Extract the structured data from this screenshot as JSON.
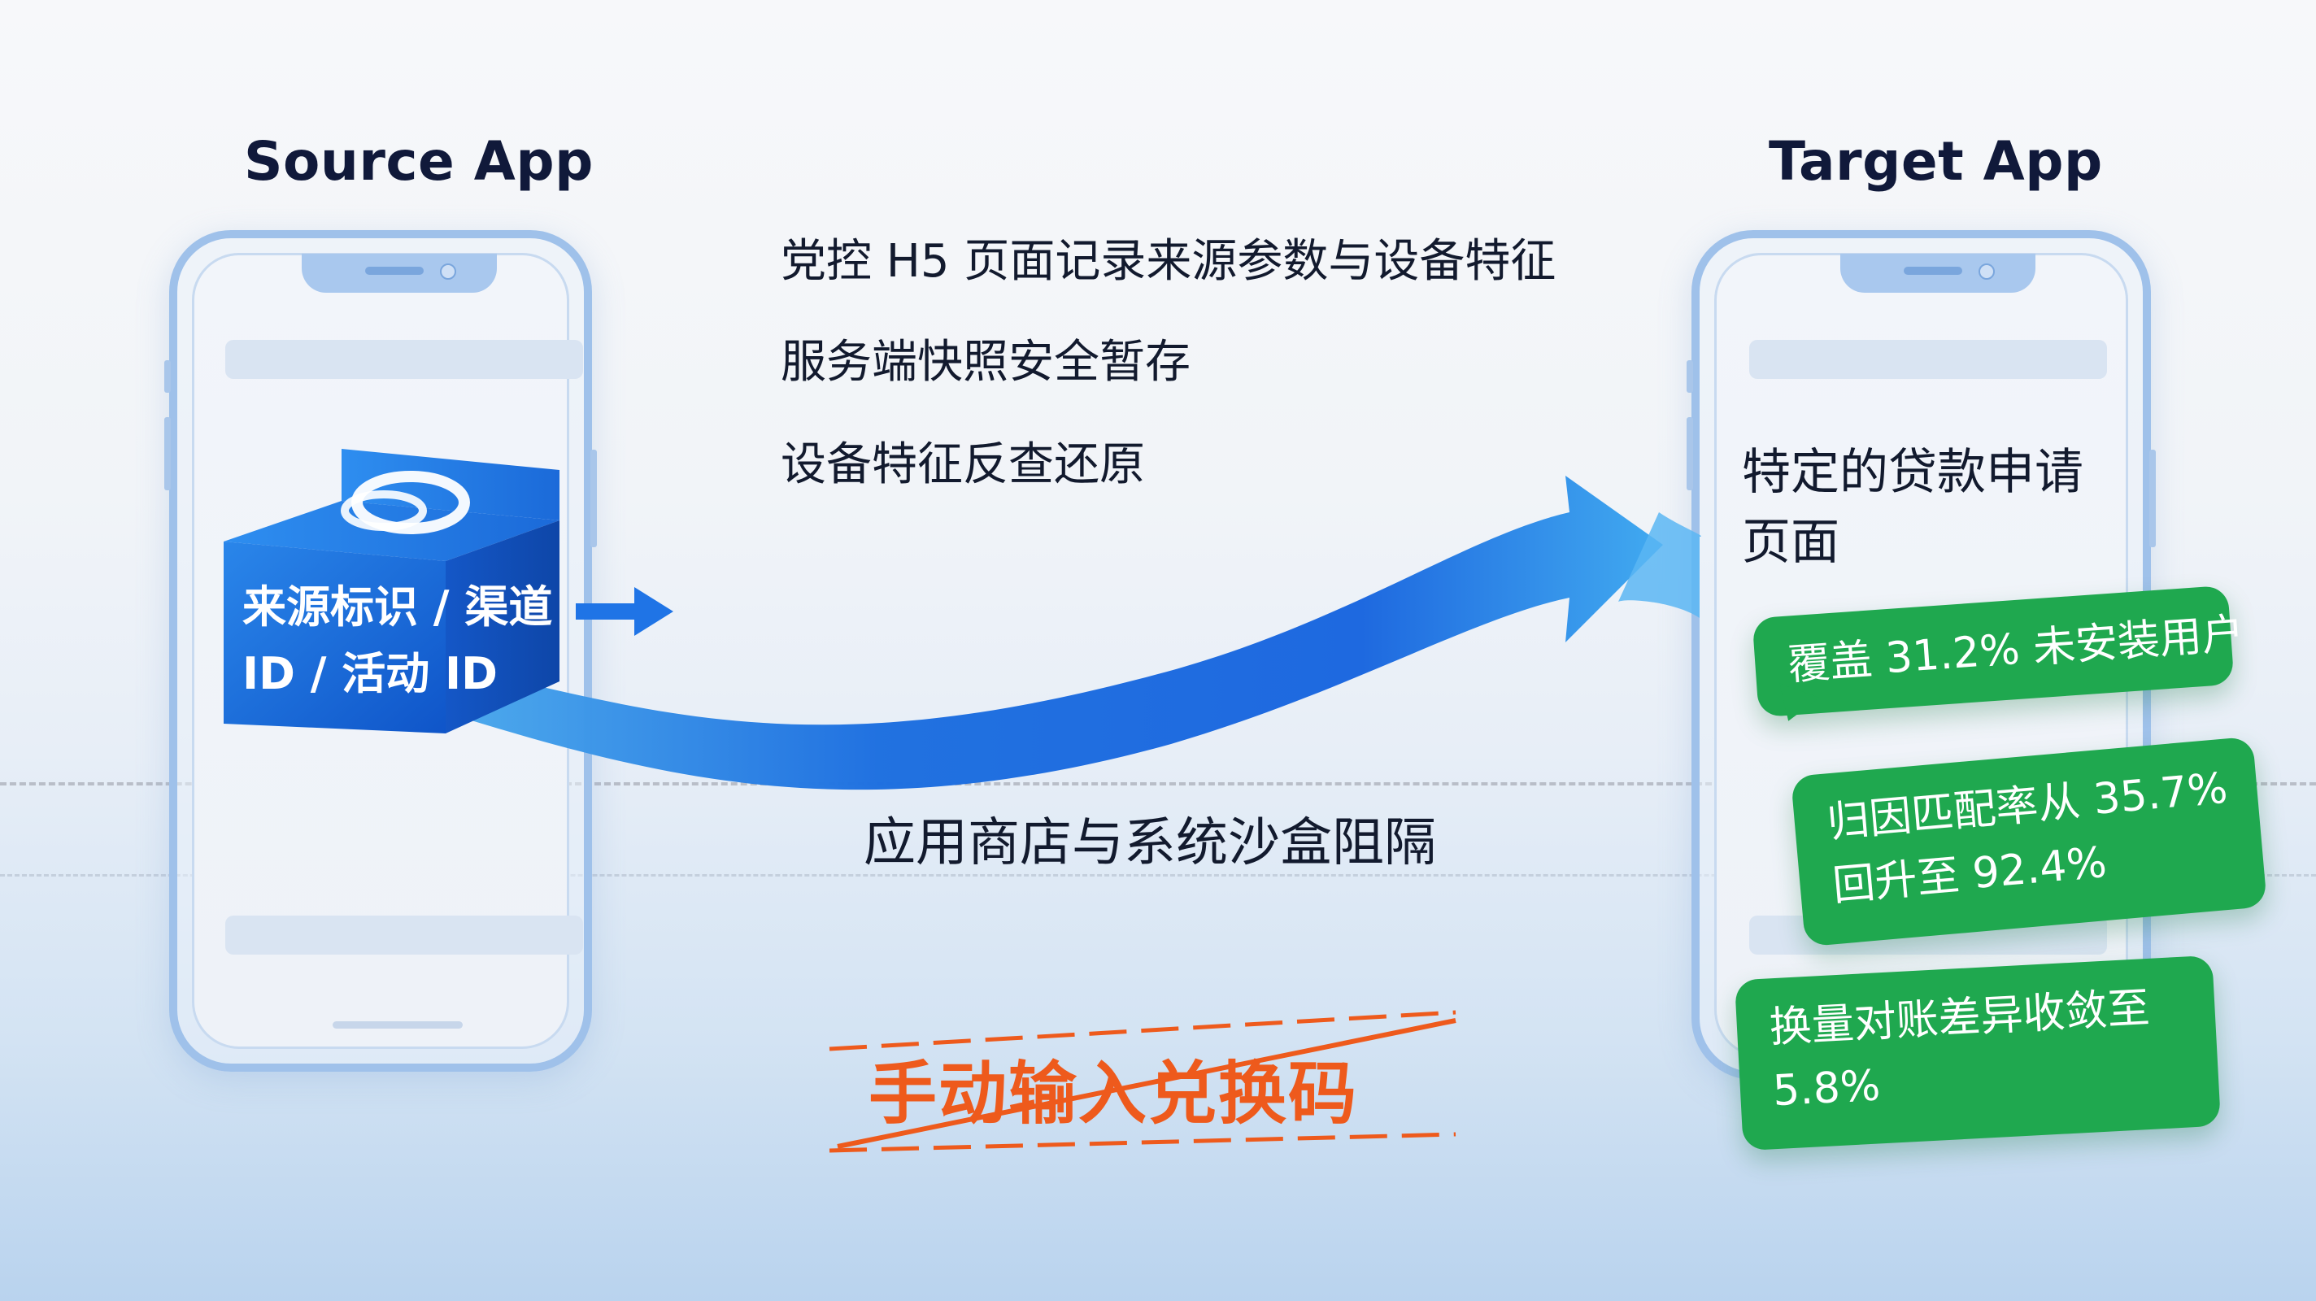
{
  "source_app": {
    "title": "Source App",
    "cube_label_line1": "来源标识 / 渠道",
    "cube_label_line2": "ID / 活动 ID"
  },
  "target_app": {
    "title": "Target App",
    "page_line1": "特定的贷款申请",
    "page_line2": "页面"
  },
  "steps": [
    {
      "text": "党控 H5 页面记录来源参数与设备特征"
    },
    {
      "text": "服务端快照安全暂存"
    },
    {
      "text": "设备特征反查还原"
    }
  ],
  "barrier_text": "应用商店与系统沙盒阻隔",
  "rejected_method": "手动输入兑换码",
  "results": [
    {
      "line1": "覆盖 31.2% 未安装用户"
    },
    {
      "line1": "归因匹配率从 35.7%",
      "line2": "回升至 92.4%"
    },
    {
      "line1": "换量对账差异收敛至",
      "line2": "5.8%"
    }
  ],
  "colors": {
    "arrow_blue": "#1a73e8",
    "bubble_green": "#1fa84f",
    "strike_orange": "#ee5a1c",
    "phone_frame": "#9fc1ea"
  }
}
